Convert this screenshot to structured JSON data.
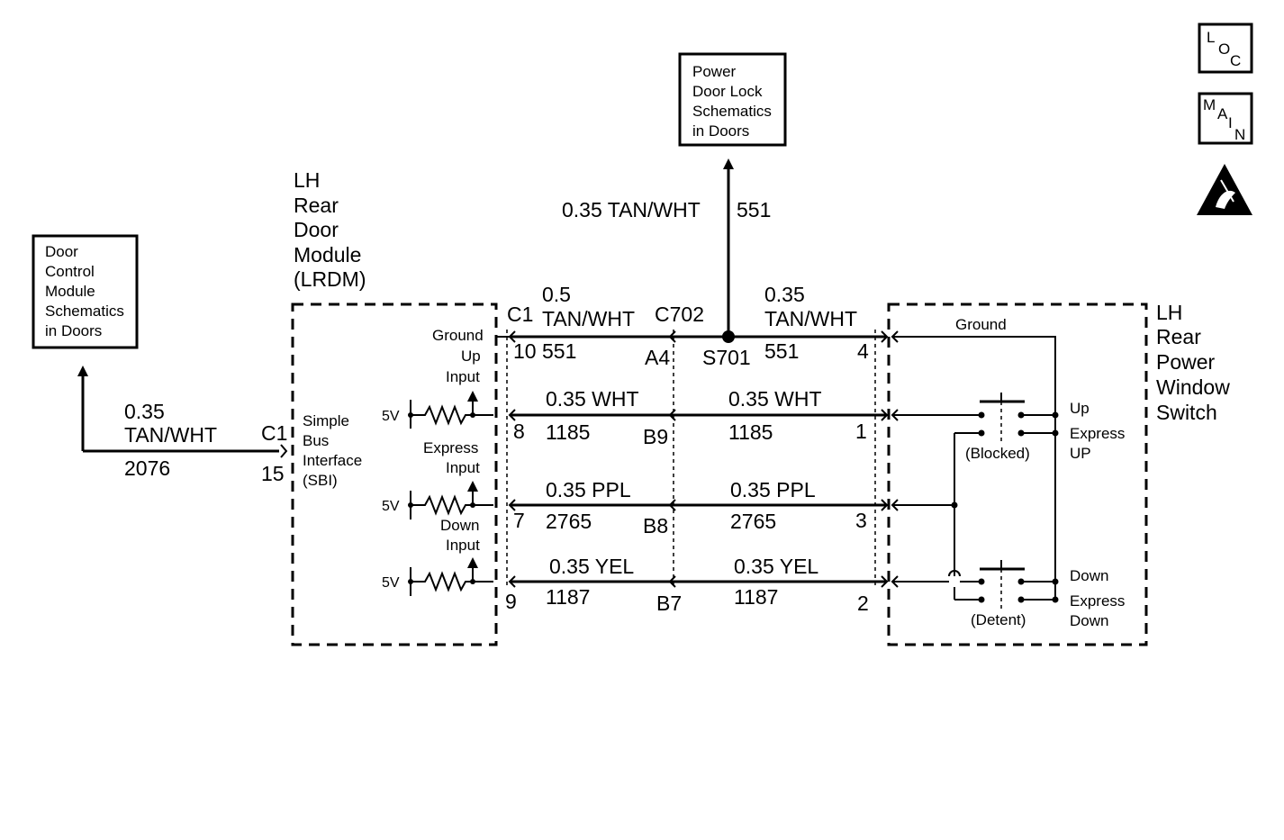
{
  "boxes": {
    "door_control": [
      "Door",
      "Control",
      "Module",
      "Schematics",
      "in Doors"
    ],
    "power_door_lock": [
      "Power",
      "Door Lock",
      "Schematics",
      "in Doors"
    ]
  },
  "icons": {
    "loc": [
      "L",
      "O",
      "C"
    ],
    "main": [
      "M",
      "A",
      "I",
      "N"
    ]
  },
  "module": {
    "title": [
      "LH",
      "Rear",
      "Door",
      "Module",
      "(LRDM)"
    ],
    "sbi": [
      "Simple",
      "Bus",
      "Interface",
      "(SBI)"
    ],
    "connector": "C1",
    "pin": "15",
    "v5": "5V",
    "inputs": {
      "ground": "Ground",
      "up": [
        "Up",
        "Input"
      ],
      "express": [
        "Express",
        "Input"
      ],
      "down": [
        "Down",
        "Input"
      ]
    }
  },
  "left_wire": {
    "gauge": "0.35",
    "color": "TAN/WHT",
    "circuit": "2076"
  },
  "top_wire": {
    "label": "0.35 TAN/WHT",
    "circuit": "551"
  },
  "connectors": {
    "c1": "C1",
    "c702": "C702",
    "splice": "S701"
  },
  "c1_pins": {
    "p10": "10",
    "p8": "8",
    "p7": "7",
    "p9": "9"
  },
  "c702_pins": {
    "a4": "A4",
    "b9": "B9",
    "b8": "B8",
    "b7": "B7"
  },
  "sw_pins": {
    "p4": "4",
    "p1": "1",
    "p3": "3",
    "p2": "2"
  },
  "wires": {
    "w551_left": {
      "gauge": "0.5",
      "color": "TAN/WHT",
      "circuit": "551"
    },
    "w551_right": {
      "gauge": "0.35",
      "color": "TAN/WHT",
      "circuit": "551"
    },
    "w1185": {
      "label": "0.35 WHT",
      "circuit": "1185"
    },
    "w2765": {
      "label": "0.35 PPL",
      "circuit": "2765"
    },
    "w1187": {
      "label": "0.35 YEL",
      "circuit": "1187"
    }
  },
  "switch": {
    "title": [
      "LH",
      "Rear",
      "Power",
      "Window",
      "Switch"
    ],
    "ground": "Ground",
    "up": "Up",
    "express_up": [
      "Express",
      "UP"
    ],
    "blocked": "(Blocked)",
    "down": "Down",
    "express_down": [
      "Express",
      "Down"
    ],
    "detent": "(Detent)"
  }
}
